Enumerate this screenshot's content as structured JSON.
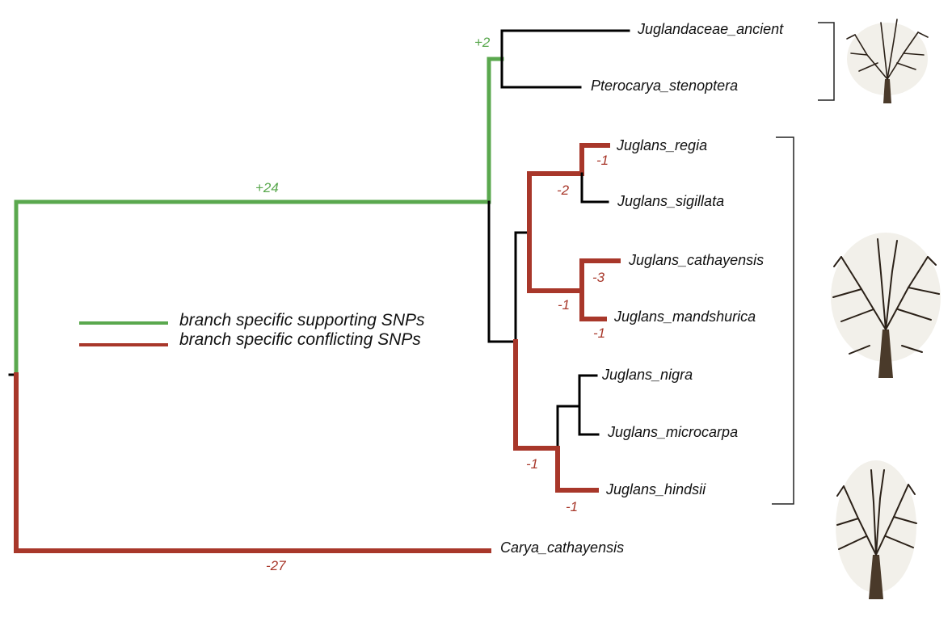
{
  "taxa": {
    "juglandaceae_ancient": "Juglandaceae_ancient",
    "pterocarya_stenoptera": "Pterocarya_stenoptera",
    "juglans_regia": "Juglans_regia",
    "juglans_sigillata": "Juglans_sigillata",
    "juglans_cathayensis": "Juglans_cathayensis",
    "juglans_mandshurica": "Juglans_mandshurica",
    "juglans_nigra": "Juglans_nigra",
    "juglans_microcarpa": "Juglans_microcarpa",
    "juglans_hindsii": "Juglans_hindsii",
    "carya_cathayensis": "Carya_cathayensis"
  },
  "snp_counts": {
    "root_to_juglandaceae": "+24",
    "pterocarya_clade": "+2",
    "regia_sigillata_clade": "-2",
    "regia": "-1",
    "cathayensis_mandshurica_clade": "-1",
    "cathayensis": "-3",
    "mandshurica": "-1",
    "nigra_group": "-1",
    "hindsii": "-1",
    "carya": "-27"
  },
  "legend": {
    "supporting": "branch specific supporting SNPs",
    "conflicting": "branch specific conflicting SNPs"
  },
  "colors": {
    "supporting": "#5aa84e",
    "conflicting": "#a8372a",
    "neutral": "#000000"
  }
}
